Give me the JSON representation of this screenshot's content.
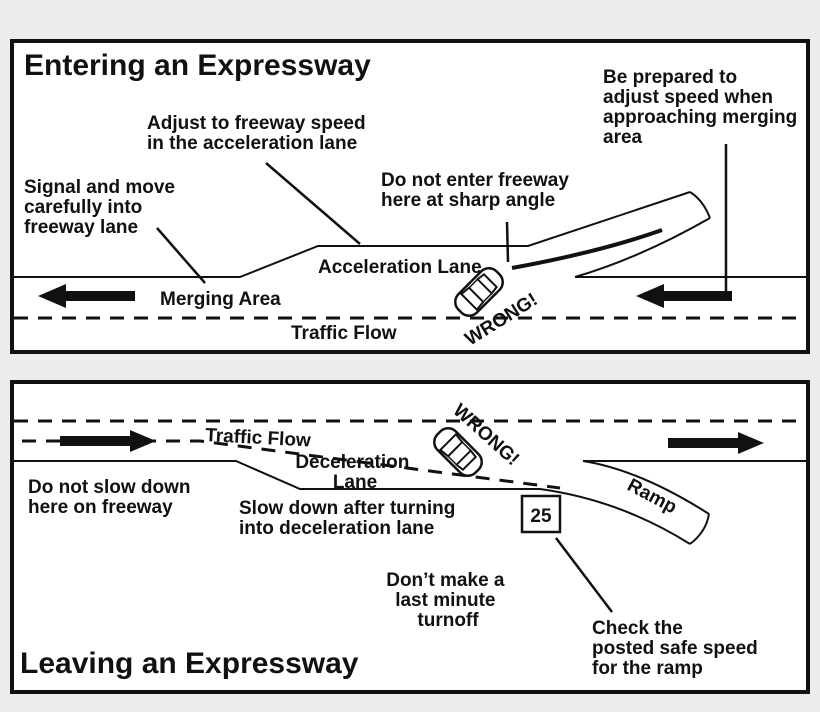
{
  "panels": {
    "entering": {
      "title": "Entering an Expressway",
      "labels": {
        "prepared": [
          "Be prepared to",
          "adjust speed when",
          "approaching merging",
          "area"
        ],
        "adjust": [
          "Adjust to freeway speed",
          "in the acceleration lane"
        ],
        "signal": [
          "Signal and move",
          "carefully into",
          "freeway lane"
        ],
        "do_not_enter": [
          "Do not enter freeway",
          "here at sharp angle"
        ],
        "accel_lane": "Acceleration Lane",
        "merging_area": "Merging Area",
        "traffic_flow": "Traffic Flow",
        "wrong": "WRONG!"
      }
    },
    "leaving": {
      "title": "Leaving an Expressway",
      "labels": {
        "traffic_flow": "Traffic Flow",
        "decel_lane": [
          "Deceleration",
          "Lane"
        ],
        "do_not_slow": [
          "Do not slow down",
          "here on freeway"
        ],
        "slow_down": [
          "Slow down after turning",
          "into deceleration lane"
        ],
        "last_minute": [
          "Don’t make a",
          "last minute",
          "turnoff"
        ],
        "check_speed": [
          "Check the",
          "posted safe speed",
          "for the ramp"
        ],
        "ramp": "Ramp",
        "speed_sign": "25",
        "wrong": "WRONG!"
      }
    }
  },
  "colors": {
    "background": "#ececec",
    "ink": "#111111",
    "panel": "#ffffff"
  }
}
